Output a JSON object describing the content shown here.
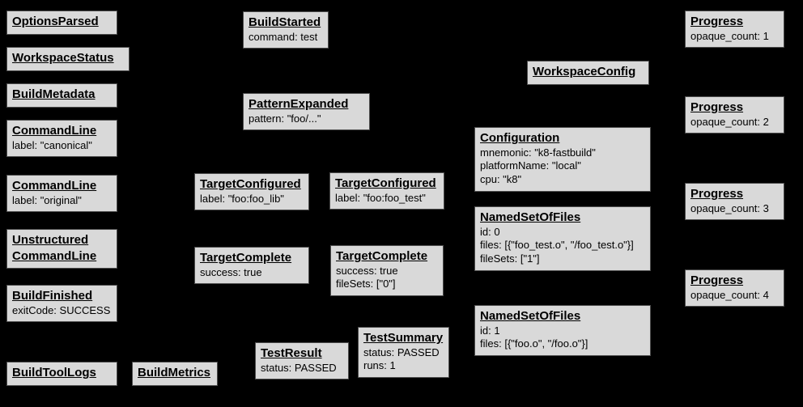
{
  "diagram": {
    "description": "Bazel Build Event Protocol event boxes",
    "background_color": "#000000",
    "box_fill_color": "#d9d9d9",
    "box_border_color": "#4d4d4d",
    "text_color": "#000000"
  },
  "boxes": [
    {
      "title": "OptionsParsed",
      "lines": []
    },
    {
      "title": "WorkspaceStatus",
      "lines": []
    },
    {
      "title": "BuildMetadata",
      "lines": []
    },
    {
      "title": "CommandLine",
      "lines": [
        "label: \"canonical\""
      ]
    },
    {
      "title": "CommandLine",
      "lines": [
        "label: \"original\""
      ]
    },
    {
      "title": "Unstructured\nCommandLine",
      "lines": []
    },
    {
      "title": "BuildFinished",
      "lines": [
        "exitCode: SUCCESS"
      ]
    },
    {
      "title": "BuildToolLogs",
      "lines": []
    },
    {
      "title": "BuildMetrics",
      "lines": []
    },
    {
      "title": "BuildStarted",
      "lines": [
        "command: test"
      ]
    },
    {
      "title": "PatternExpanded",
      "lines": [
        "pattern: \"foo/...\""
      ]
    },
    {
      "title": "TargetConfigured",
      "lines": [
        "label: \"foo:foo_lib\""
      ]
    },
    {
      "title": "TargetComplete",
      "lines": [
        "success: true"
      ]
    },
    {
      "title": "TestResult",
      "lines": [
        "status: PASSED"
      ]
    },
    {
      "title": "TargetConfigured",
      "lines": [
        "label: \"foo:foo_test\""
      ]
    },
    {
      "title": "TargetComplete",
      "lines": [
        "success: true",
        "fileSets: [\"0\"]"
      ]
    },
    {
      "title": "TestSummary",
      "lines": [
        "status: PASSED",
        "runs: 1"
      ]
    },
    {
      "title": "WorkspaceConfig",
      "lines": []
    },
    {
      "title": "Configuration",
      "lines": [
        "mnemonic: \"k8-fastbuild\"",
        "platformName: \"local\"",
        "cpu: \"k8\""
      ]
    },
    {
      "title": "NamedSetOfFiles",
      "lines": [
        "id: 0",
        "files: [{\"foo_test.o\", \"/foo_test.o\"}]",
        "fileSets: [\"1\"]"
      ]
    },
    {
      "title": "NamedSetOfFiles",
      "lines": [
        "id: 1",
        "files: [{\"foo.o\", \"/foo.o\"}]"
      ]
    },
    {
      "title": "Progress",
      "lines": [
        "opaque_count: 1"
      ]
    },
    {
      "title": "Progress",
      "lines": [
        "opaque_count: 2"
      ]
    },
    {
      "title": "Progress",
      "lines": [
        "opaque_count: 3"
      ]
    },
    {
      "title": "Progress",
      "lines": [
        "opaque_count: 4"
      ]
    }
  ]
}
